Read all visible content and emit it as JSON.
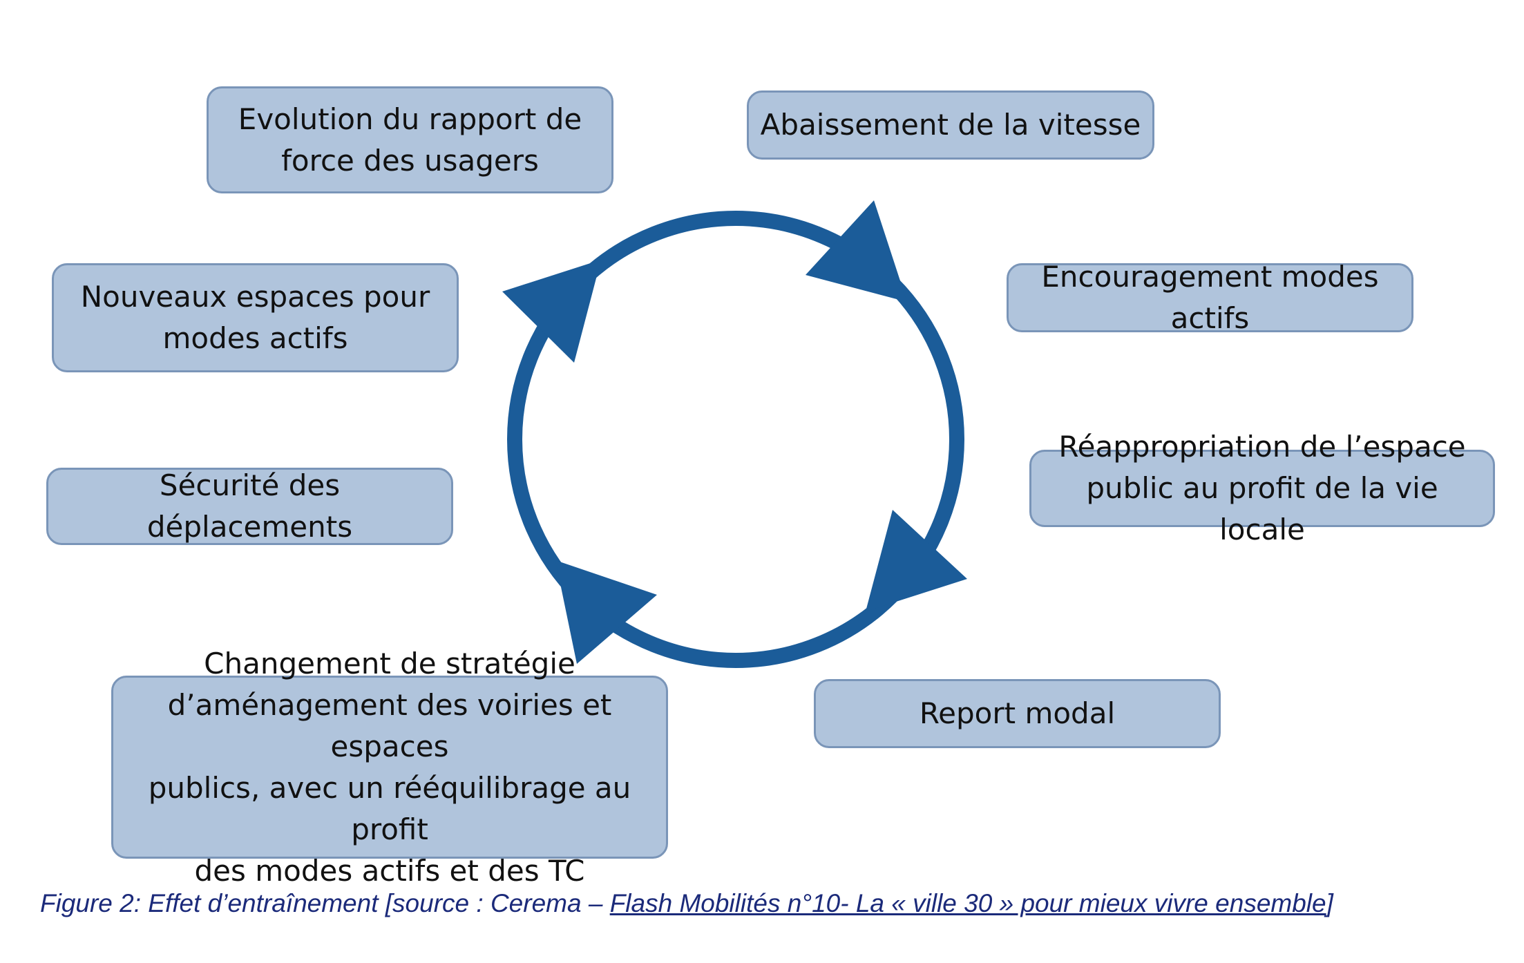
{
  "colors": {
    "box_fill": "#b0c4dc",
    "box_border": "#7a95b8",
    "cycle": "#1b5c99",
    "caption": "#1b2a7a"
  },
  "boxes": {
    "evolution": "Evolution du rapport de\nforce des usagers",
    "abaissement": "Abaissement de la vitesse",
    "nouveaux": "Nouveaux espaces pour\nmodes actifs",
    "encouragement": "Encouragement modes actifs",
    "securite": "Sécurité des déplacements",
    "reappropriation": "Réappropriation de l’espace\npublic au profit de la vie locale",
    "changement": "Changement de stratégie\nd’aménagement des voiries et espaces\npublics, avec un rééquilibrage au profit\ndes modes actifs et des TC",
    "report": "Report modal"
  },
  "caption": {
    "prefix": "Figure 2: Effet d’entraînement [source : Cerema – ",
    "link": "Flash Mobilités n°10- La « ville 30 » pour mieux vivre ensemble",
    "suffix": "]"
  }
}
